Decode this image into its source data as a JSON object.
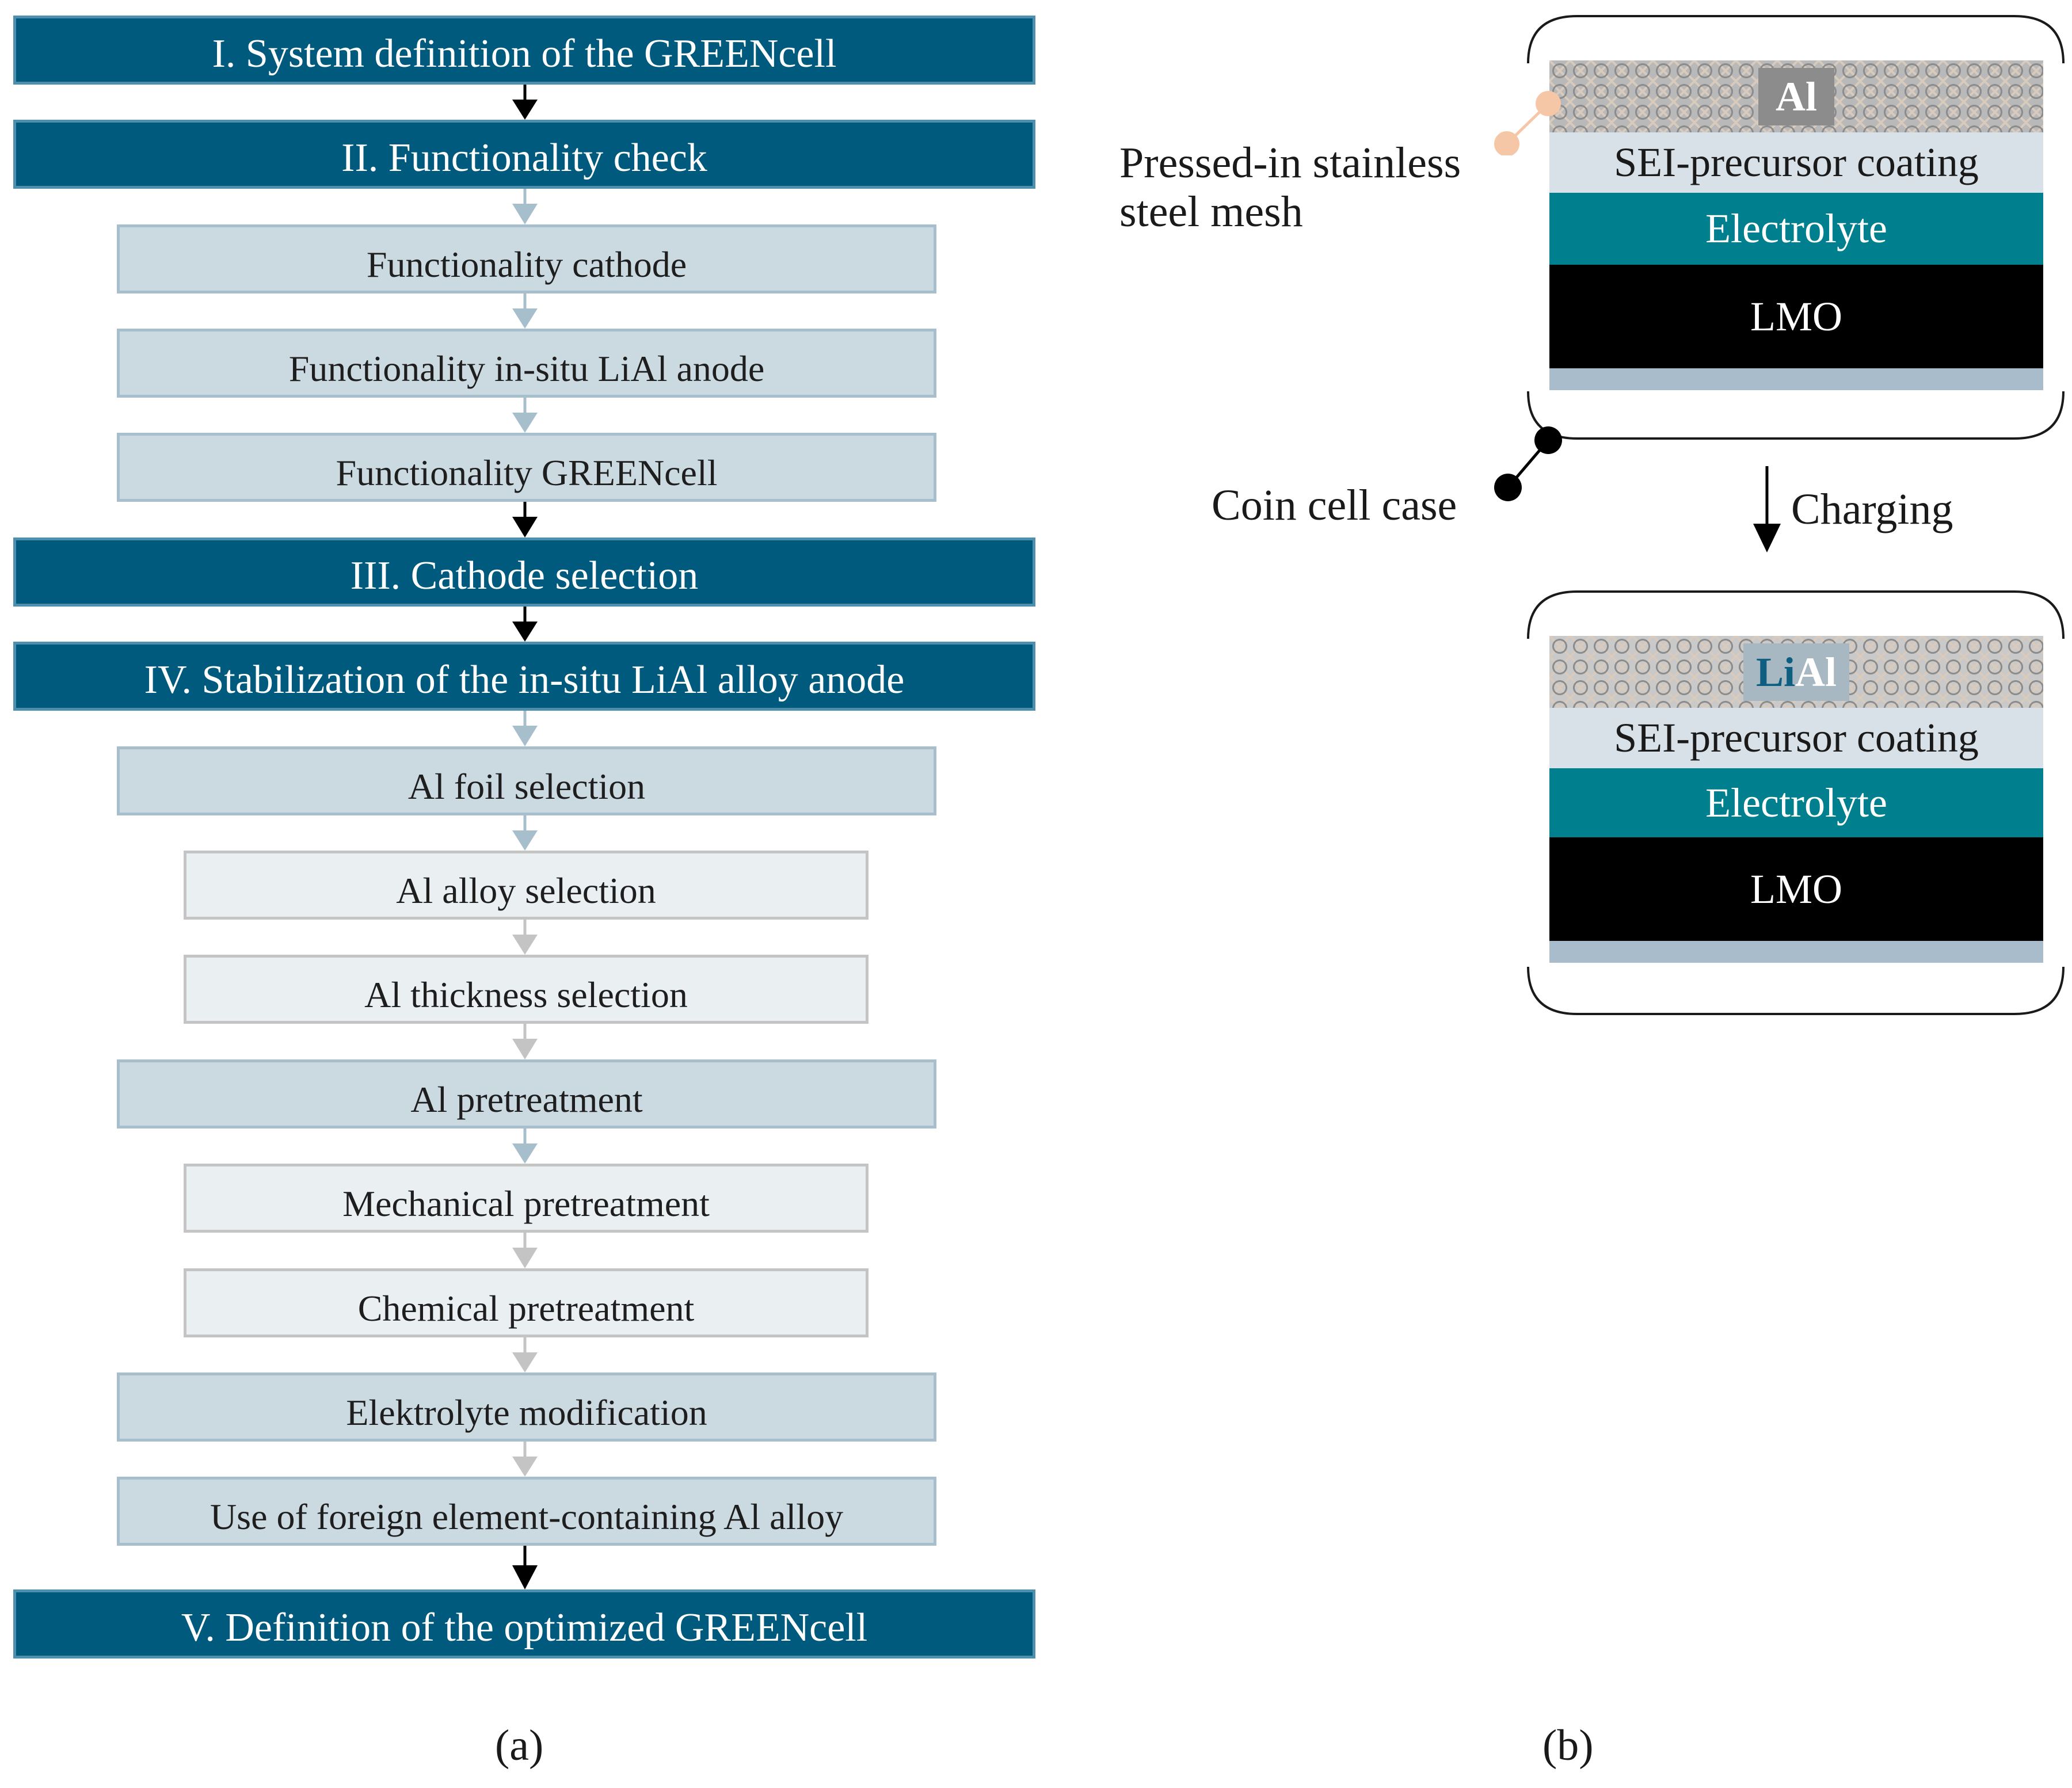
{
  "flowchart": {
    "steps": [
      {
        "label": "I. System definition  of the GREENcell"
      },
      {
        "label": "II. Functionality  check"
      },
      {
        "label": "Functionality cathode"
      },
      {
        "label": "Functionality in-situ LiAl anode"
      },
      {
        "label": "Functionality GREENcell"
      },
      {
        "label": "III. Cathode  selection"
      },
      {
        "label": "IV. Stabilization  of the in-situ  LiAl alloy anode"
      },
      {
        "label": "Al foil selection"
      },
      {
        "label": "Al alloy selection"
      },
      {
        "label": "Al thickness selection"
      },
      {
        "label": "Al pretreatment"
      },
      {
        "label": "Mechanical pretreatment"
      },
      {
        "label": "Chemical pretreatment"
      },
      {
        "label": "Elektrolyte modification"
      },
      {
        "label": "Use of foreign element-containing Al alloy"
      },
      {
        "label": "V. Definition  of the optimized  GREENcell"
      }
    ],
    "caption": "(a)",
    "colors": {
      "main": "#005a7d",
      "sub": "#cbd9e1",
      "subsub": "#eaeff2"
    }
  },
  "schematic": {
    "before": {
      "mesh_label": "Al",
      "sei_label": "SEI-precursor coating",
      "electrolyte_label": "Electrolyte",
      "cathode_label": "LMO"
    },
    "after": {
      "mesh_label_li": "Li",
      "mesh_label_al": "Al",
      "sei_label": "SEI-precursor coating",
      "electrolyte_label": "Electrolyte",
      "cathode_label": "LMO"
    },
    "mesh_callout_line1": "Pressed-in stainless",
    "mesh_callout_line2": "steel mesh",
    "case_callout": "Coin  cell case",
    "process_label": "Charging",
    "caption": "(b)",
    "colors": {
      "electrolyte": "#00808f",
      "li": "#0e5f7f",
      "callout_dot": "#f6c7a6"
    }
  }
}
